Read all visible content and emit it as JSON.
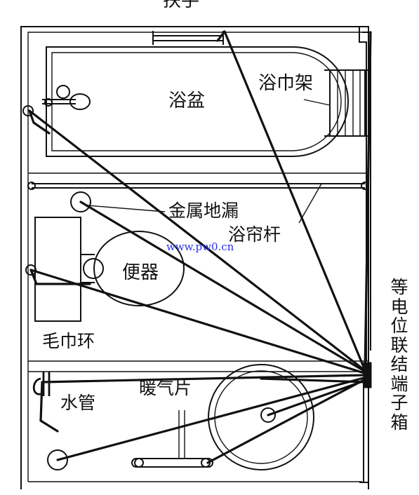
{
  "labels": {
    "handrail": "扶手",
    "bathtub": "浴盆",
    "towel_rack": "浴巾架",
    "metal_floor_drain": "金属地漏",
    "shower_curtain_rod": "浴帘杆",
    "toilet": "便器",
    "towel_ring": "毛巾环",
    "water_pipe": "水管",
    "radiator": "暖气片",
    "terminal_box": "等电位联结端子箱"
  },
  "watermark": "www.pw0.cn"
}
